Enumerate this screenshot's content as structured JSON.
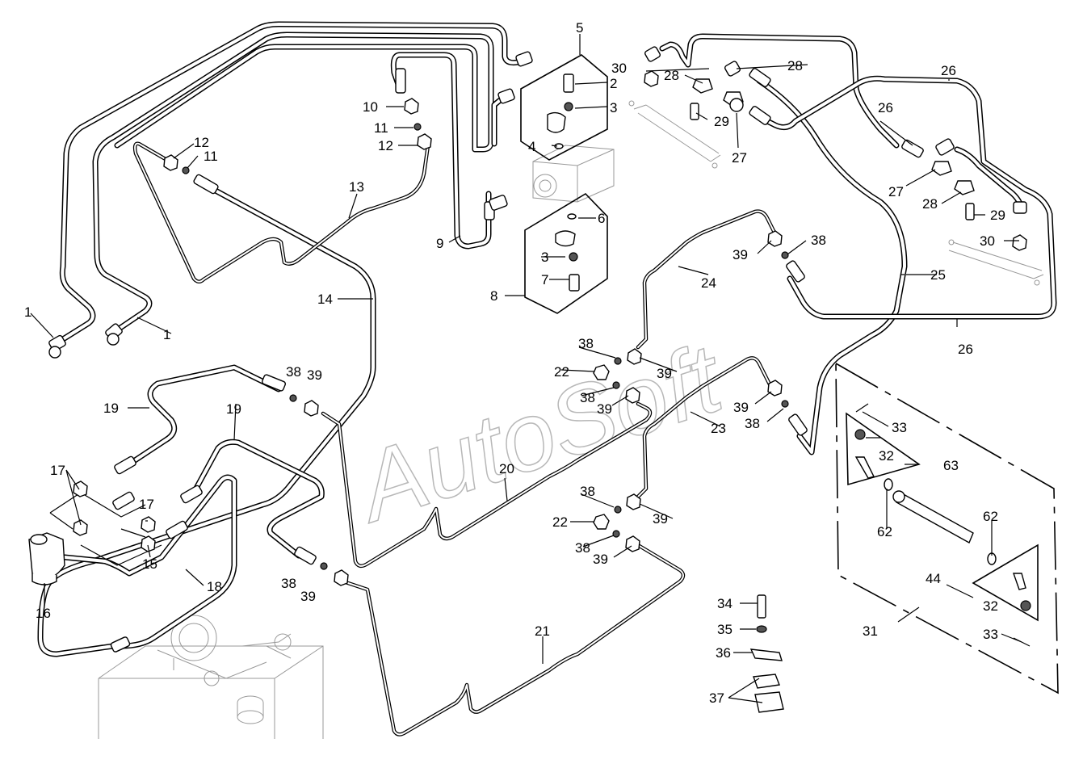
{
  "watermark": "AutoSoft",
  "callouts": [
    {
      "id": "c1a",
      "text": "1"
    },
    {
      "id": "c1b",
      "text": "1"
    },
    {
      "id": "c2",
      "text": "2"
    },
    {
      "id": "c3a",
      "text": "3"
    },
    {
      "id": "c3b",
      "text": "3"
    },
    {
      "id": "c4",
      "text": "4"
    },
    {
      "id": "c5",
      "text": "5"
    },
    {
      "id": "c6",
      "text": "6"
    },
    {
      "id": "c7",
      "text": "7"
    },
    {
      "id": "c8",
      "text": "8"
    },
    {
      "id": "c9",
      "text": "9"
    },
    {
      "id": "c10",
      "text": "10"
    },
    {
      "id": "c11a",
      "text": "11"
    },
    {
      "id": "c11b",
      "text": "11"
    },
    {
      "id": "c12a",
      "text": "12"
    },
    {
      "id": "c12b",
      "text": "12"
    },
    {
      "id": "c13",
      "text": "13"
    },
    {
      "id": "c14",
      "text": "14"
    },
    {
      "id": "c15",
      "text": "15"
    },
    {
      "id": "c16",
      "text": "16"
    },
    {
      "id": "c17a",
      "text": "17"
    },
    {
      "id": "c17b",
      "text": "17"
    },
    {
      "id": "c18",
      "text": "18"
    },
    {
      "id": "c19a",
      "text": "19"
    },
    {
      "id": "c19b",
      "text": "19"
    },
    {
      "id": "c20",
      "text": "20"
    },
    {
      "id": "c21",
      "text": "21"
    },
    {
      "id": "c22a",
      "text": "22"
    },
    {
      "id": "c22b",
      "text": "22"
    },
    {
      "id": "c23",
      "text": "23"
    },
    {
      "id": "c24",
      "text": "24"
    },
    {
      "id": "c25",
      "text": "25"
    },
    {
      "id": "c26a",
      "text": "26"
    },
    {
      "id": "c26b",
      "text": "26"
    },
    {
      "id": "c26c",
      "text": "26"
    },
    {
      "id": "c27a",
      "text": "27"
    },
    {
      "id": "c27b",
      "text": "27"
    },
    {
      "id": "c28a",
      "text": "28"
    },
    {
      "id": "c28b",
      "text": "28"
    },
    {
      "id": "c28c",
      "text": "28"
    },
    {
      "id": "c29a",
      "text": "29"
    },
    {
      "id": "c29b",
      "text": "29"
    },
    {
      "id": "c30a",
      "text": "30"
    },
    {
      "id": "c30b",
      "text": "30"
    },
    {
      "id": "c31",
      "text": "31"
    },
    {
      "id": "c32a",
      "text": "32"
    },
    {
      "id": "c32b",
      "text": "32"
    },
    {
      "id": "c33a",
      "text": "33"
    },
    {
      "id": "c33b",
      "text": "33"
    },
    {
      "id": "c34",
      "text": "34"
    },
    {
      "id": "c35",
      "text": "35"
    },
    {
      "id": "c36",
      "text": "36"
    },
    {
      "id": "c37",
      "text": "37"
    },
    {
      "id": "c38a",
      "text": "38"
    },
    {
      "id": "c38b",
      "text": "38"
    },
    {
      "id": "c38c",
      "text": "38"
    },
    {
      "id": "c38d",
      "text": "38"
    },
    {
      "id": "c38e",
      "text": "38"
    },
    {
      "id": "c38f",
      "text": "38"
    },
    {
      "id": "c38g",
      "text": "38"
    },
    {
      "id": "c39a",
      "text": "39"
    },
    {
      "id": "c39b",
      "text": "39"
    },
    {
      "id": "c39c",
      "text": "39"
    },
    {
      "id": "c39d",
      "text": "39"
    },
    {
      "id": "c39e",
      "text": "39"
    },
    {
      "id": "c39f",
      "text": "39"
    },
    {
      "id": "c39g",
      "text": "39"
    },
    {
      "id": "c44",
      "text": "44"
    },
    {
      "id": "c62a",
      "text": "62"
    },
    {
      "id": "c62b",
      "text": "62"
    },
    {
      "id": "c63",
      "text": "63"
    }
  ]
}
